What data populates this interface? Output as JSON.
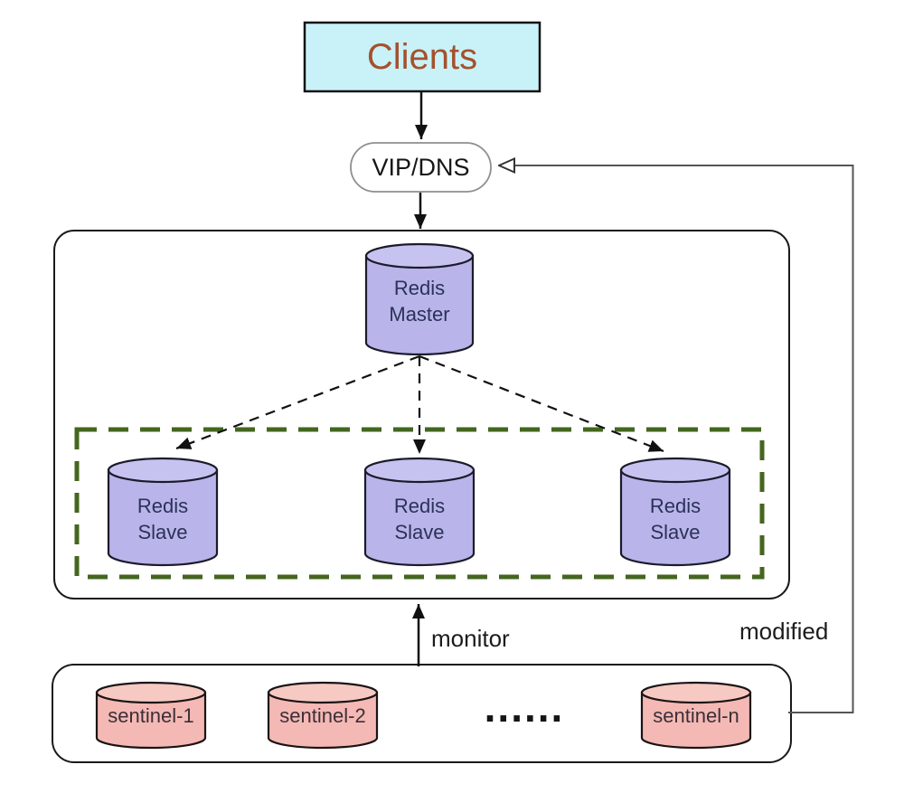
{
  "nodes": {
    "clients": {
      "label": "Clients"
    },
    "vip": {
      "label": "VIP/DNS"
    },
    "redis_master": {
      "line1": "Redis",
      "line2": "Master"
    },
    "redis_slaves": [
      {
        "line1": "Redis",
        "line2": "Slave"
      },
      {
        "line1": "Redis",
        "line2": "Slave"
      },
      {
        "line1": "Redis",
        "line2": "Slave"
      }
    ],
    "sentinels": [
      {
        "label": "sentinel-1"
      },
      {
        "label": "sentinel-2"
      },
      {
        "label": "sentinel-n"
      }
    ],
    "sentinel_ellipsis": "......"
  },
  "edges": {
    "monitor_label": "monitor",
    "modified_label": "modified"
  },
  "colors": {
    "clients_fill": "#c9f2f8",
    "clients_text": "#a5512b",
    "redis_fill": "#b9b4e9",
    "redis_rim": "#c7c3f1",
    "sentinel_fill": "#f4b9b4",
    "sentinel_rim": "#f7c9c3",
    "cluster_green": "#44661f",
    "node_text": "#2b3158",
    "line": "#1a1a1a"
  }
}
